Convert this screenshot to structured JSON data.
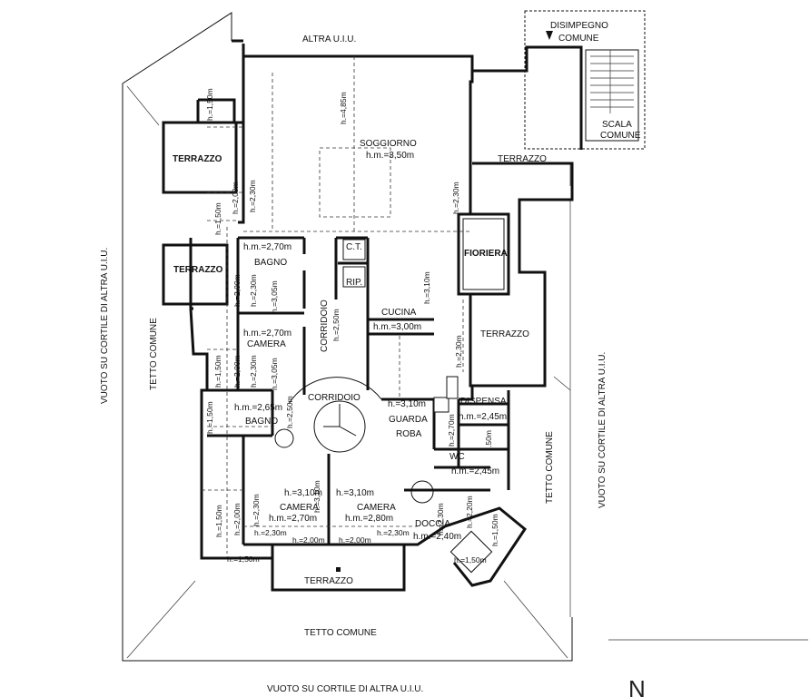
{
  "labels": {
    "altra_uiu_top": "ALTRA U.I.U.",
    "disimpegno": "DISIMPEGNO",
    "comune_top": "COMUNE",
    "scala": "SCALA",
    "comune_scala": "COMUNE",
    "soggiorno": "SOGGIORNO",
    "soggiorno_hm": "h.m.=3,50m",
    "soggiorno_h": "h.=4,85m",
    "terrazzo_nw": "TERRAZZO",
    "terrazzo_w": "TERRAZZO",
    "terrazzo_ne": "TERRAZZO",
    "terrazzo_e": "TERRAZZO",
    "terrazzo_s": "TERRAZZO",
    "fioriera": "FIORIERA",
    "ct": "C.T.",
    "rip": "RIP.",
    "cucina": "CUCINA",
    "cucina_hm": "h.m.=3,00m",
    "cucina_h": "h.=3,10m",
    "bagno_1": "BAGNO",
    "bagno_1_hm": "h.m.=2,70m",
    "camera_1": "CAMERA",
    "camera_1_hm": "h.m.=2,70m",
    "corridoio_v": "CORRIDOIO",
    "corridoio_v_h": "h.=2,50m",
    "corridoio_c": "CORRIDOIO",
    "bagno_2": "BAGNO",
    "bagno_2_hm": "h.m.=2,65m",
    "guarda": "GUARDA",
    "roba": "ROBA",
    "guardaroba_h": "h.=3,10m",
    "dispensa": "DISPENSA",
    "dispensa_hm": "h.m.=2,45m",
    "wc": "WC",
    "wc_hm": "h.m.=2,45m",
    "camera_2": "CAMERA",
    "camera_2_hm": "h.m.=2,70m",
    "camera_2_h": "h.=3,10m",
    "camera_3": "CAMERA",
    "camera_3_hm": "h.m.=2,80m",
    "camera_3_h": "h.=3,10m",
    "doccia": "DOCCIA",
    "doccia_hm": "h.m.=2,40m",
    "tetto_comune_s": "TETTO COMUNE",
    "tetto_comune_w": "TETTO COMUNE",
    "tetto_comune_e": "TETTO COMUNE",
    "vuoto_w": "VUOTO SU CORTILE DI ALTRA U.I.U.",
    "vuoto_e": "VUOTO SU CORTILE DI ALTRA U.I.U.",
    "vuoto_s": "VUOTO SU CORTILE DI ALTRA U.I.U.",
    "north": "N"
  },
  "heights": {
    "h150": "h.=1,50m",
    "h200": "h.=2,00m",
    "h230": "h.=2,30m",
    "h250": "h.=2,50m",
    "h270": "h.=2,70m",
    "h305": "h.=3,05m",
    "h310": "h.=3,10m",
    "h220": "h.=2,20m",
    "h50": ".50m"
  }
}
